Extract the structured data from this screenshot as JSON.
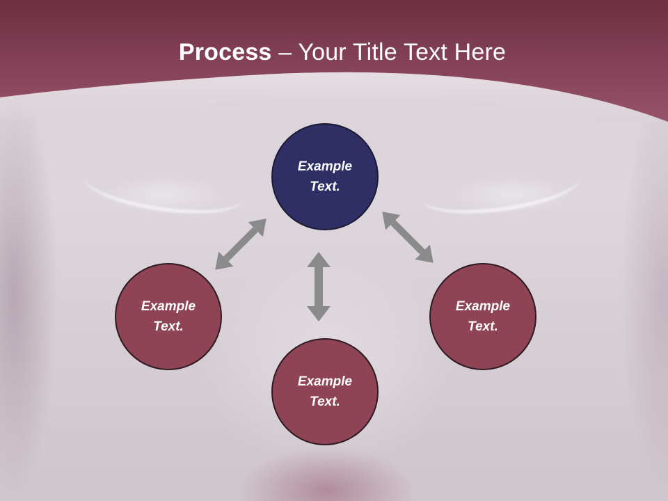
{
  "slide": {
    "title_bold": "Process",
    "title_rest": " – Your Title Text Here"
  },
  "nodes": {
    "top": {
      "line1": "Example",
      "line2": "Text."
    },
    "left": {
      "line1": "Example",
      "line2": "Text."
    },
    "right": {
      "line1": "Example",
      "line2": "Text."
    },
    "bottom": {
      "line1": "Example",
      "line2": "Text."
    }
  },
  "colors": {
    "header": "#8e4455",
    "top_node": "#2f2f65",
    "node": "#8e4455",
    "arrow": "#8a8a8a"
  }
}
